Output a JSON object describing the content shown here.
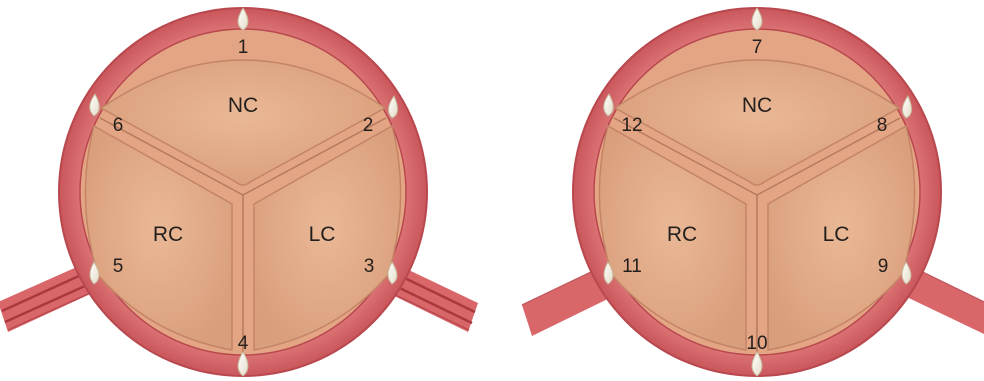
{
  "colors": {
    "wall": "#d9676a",
    "wall_edge": "#b8484d",
    "cusp": "#e7b08f",
    "cusp_dark": "#d59a79",
    "commissure": "#e2a887",
    "commissure_line": "#c48466",
    "suture": "#efe4cf",
    "suture_edge": "#c7b79a",
    "text": "#231f1c"
  },
  "diagrams": [
    {
      "id": "left",
      "cusps": {
        "nc": "NC",
        "rc": "RC",
        "lc": "LC"
      },
      "points": [
        "1",
        "2",
        "3",
        "4",
        "5",
        "6"
      ],
      "vessel_icon": "striped-coronary-artery"
    },
    {
      "id": "right",
      "cusps": {
        "nc": "NC",
        "rc": "RC",
        "lc": "LC"
      },
      "points": [
        "7",
        "8",
        "9",
        "10",
        "11",
        "12"
      ],
      "vessel_icon": "plain-coronary-artery"
    }
  ]
}
